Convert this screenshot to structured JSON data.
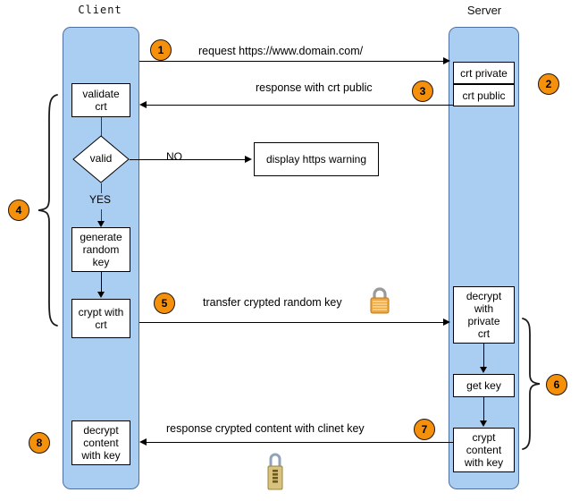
{
  "diagram": {
    "title": "HTTPS / SSL handshake sequence diagram",
    "background_color": "#ffffff",
    "lane_color": "#aacdf2",
    "badge_color": "#f4900c",
    "box_color": "#ffffff"
  },
  "actors": [
    {
      "id": "client",
      "label": "Client"
    },
    {
      "id": "server",
      "label": "Server"
    }
  ],
  "client_steps": [
    {
      "id": "validate-crt",
      "label": "validate\ncrt",
      "line1": "validate",
      "line2": "crt"
    },
    {
      "id": "valid-decision",
      "label": "valid"
    },
    {
      "id": "generate-random-key",
      "line1": "generate",
      "line2": "random",
      "line3": "key"
    },
    {
      "id": "crypt-with-crt",
      "line1": "crypt with",
      "line2": "crt"
    },
    {
      "id": "decrypt-content-with-key",
      "line1": "decrypt",
      "line2": "content",
      "line3": "with key"
    }
  ],
  "server_steps": [
    {
      "id": "crt-private",
      "label": "crt private"
    },
    {
      "id": "crt-public",
      "label": "crt public"
    },
    {
      "id": "decrypt-with-private-crt",
      "line1": "decrypt",
      "line2": "with",
      "line3": "private",
      "line4": "crt"
    },
    {
      "id": "get-key",
      "label": "get key"
    },
    {
      "id": "crypt-content-with-key",
      "line1": "crypt",
      "line2": "content",
      "line3": "with key"
    }
  ],
  "external_boxes": [
    {
      "id": "display-https-warning",
      "label": "display https warning"
    }
  ],
  "edge_labels": {
    "no": "NO",
    "yes": "YES"
  },
  "messages": [
    {
      "id": "m1",
      "text": "request https://www.domain.com/",
      "direction": "client-to-server",
      "badge": "1"
    },
    {
      "id": "m3",
      "text": "response with crt public",
      "direction": "server-to-client",
      "badge": "3"
    },
    {
      "id": "m5",
      "text": "transfer crypted random key",
      "direction": "client-to-server",
      "badge": "5"
    },
    {
      "id": "m7",
      "text": "response crypted content with clinet key",
      "direction": "server-to-client",
      "badge": "7"
    }
  ],
  "badges": [
    {
      "id": "b1",
      "number": "1"
    },
    {
      "id": "b2",
      "number": "2"
    },
    {
      "id": "b3",
      "number": "3"
    },
    {
      "id": "b4",
      "number": "4"
    },
    {
      "id": "b5",
      "number": "5"
    },
    {
      "id": "b6",
      "number": "6"
    },
    {
      "id": "b7",
      "number": "7"
    },
    {
      "id": "b8",
      "number": "8"
    }
  ],
  "icons": [
    {
      "id": "padlock-closed-gold",
      "name": "padlock-icon"
    },
    {
      "id": "padlock-combination",
      "name": "combination-padlock-icon"
    }
  ]
}
